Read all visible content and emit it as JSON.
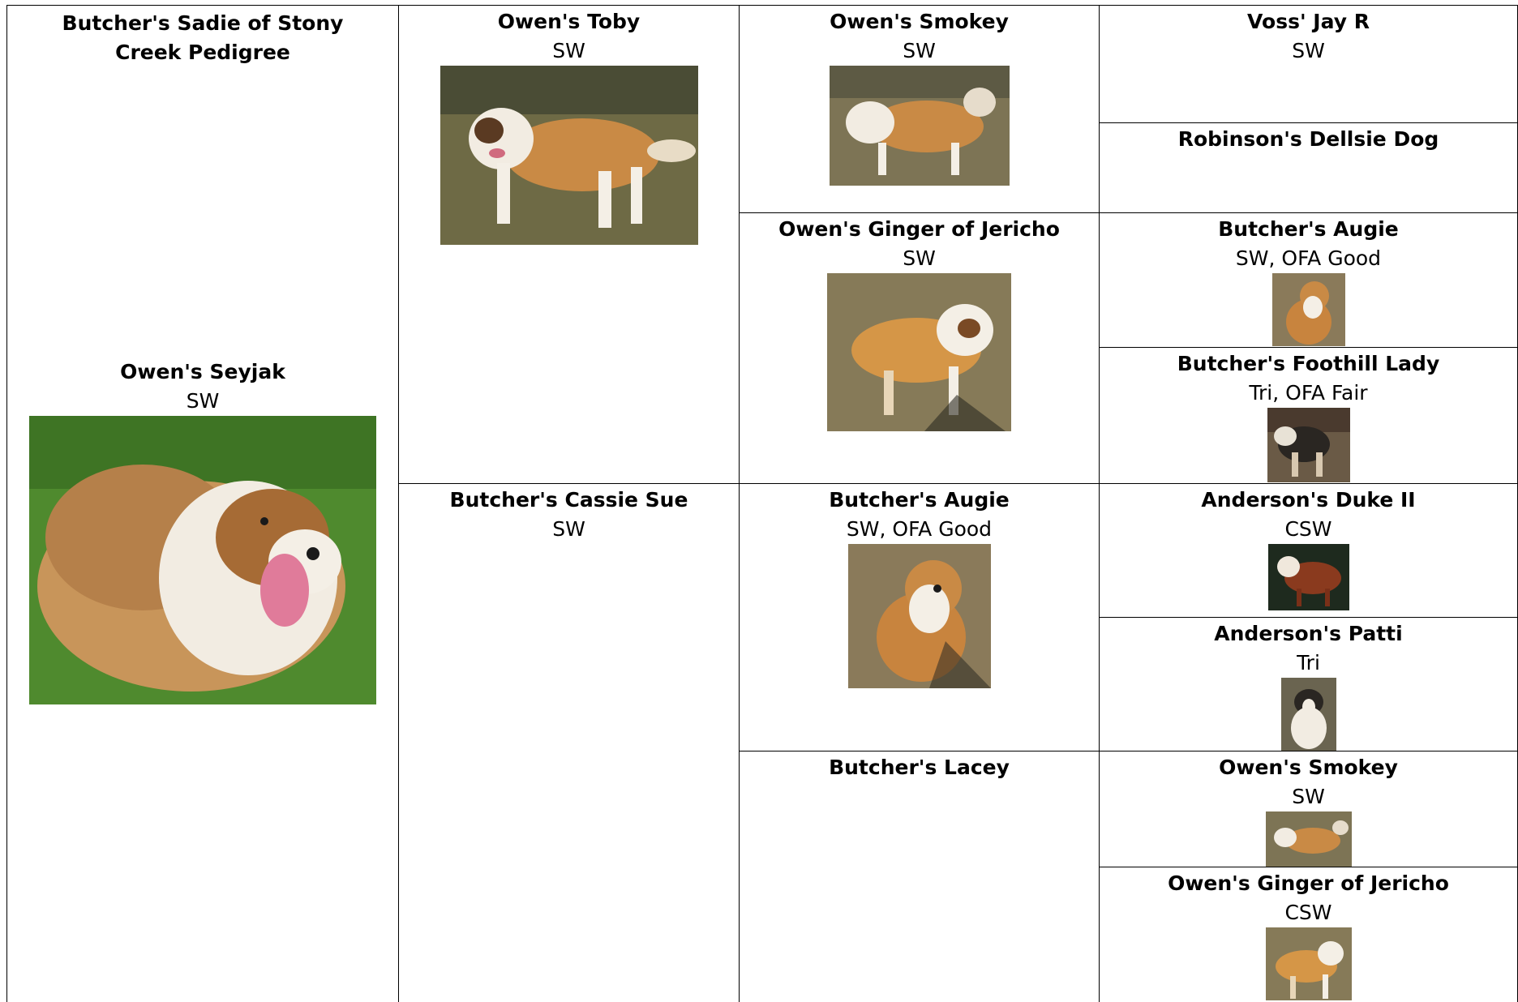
{
  "page": {
    "title": "Butcher's Sadie of Stony Creek Pedigree"
  },
  "subject": {
    "name": "Owen's Seyjak",
    "reg": "SW",
    "photo": "dog-photo"
  },
  "sire": {
    "name": "Owen's Toby",
    "reg": "SW",
    "photo": "dog-photo",
    "sire": {
      "name": "Owen's Smokey",
      "reg": "SW",
      "photo": "dog-photo",
      "sire": {
        "name": "Voss' Jay R",
        "reg": "SW"
      },
      "dam": {
        "name": "Robinson's Dellsie Dog"
      }
    },
    "dam": {
      "name": "Owen's Ginger of Jericho",
      "reg": "SW",
      "photo": "dog-photo",
      "sire": {
        "name": "Butcher's Augie",
        "reg": "SW, OFA Good",
        "photo": "dog-photo"
      },
      "dam": {
        "name": "Butcher's Foothill Lady",
        "reg": "Tri, OFA Fair",
        "photo": "dog-photo"
      }
    }
  },
  "dam": {
    "name": "Butcher's Cassie Sue",
    "reg": "SW",
    "sire": {
      "name": "Butcher's Augie",
      "reg": "SW, OFA Good",
      "photo": "dog-photo",
      "sire": {
        "name": "Anderson's Duke II",
        "reg": "CSW",
        "photo": "dog-photo"
      },
      "dam": {
        "name": "Anderson's Patti",
        "reg": "Tri",
        "photo": "dog-photo"
      }
    },
    "dam": {
      "name": "Butcher's Lacey",
      "sire": {
        "name": "Owen's Smokey",
        "reg": "SW",
        "photo": "dog-photo"
      },
      "dam": {
        "name": "Owen's Ginger of Jericho",
        "reg": "CSW",
        "photo": "dog-photo"
      }
    }
  },
  "colors": {
    "border": "#000000",
    "grass_light": "#6a9a3a",
    "grass_dry": "#8c7a52",
    "coat": "#c98a45",
    "coat_white": "#f4efe6"
  }
}
